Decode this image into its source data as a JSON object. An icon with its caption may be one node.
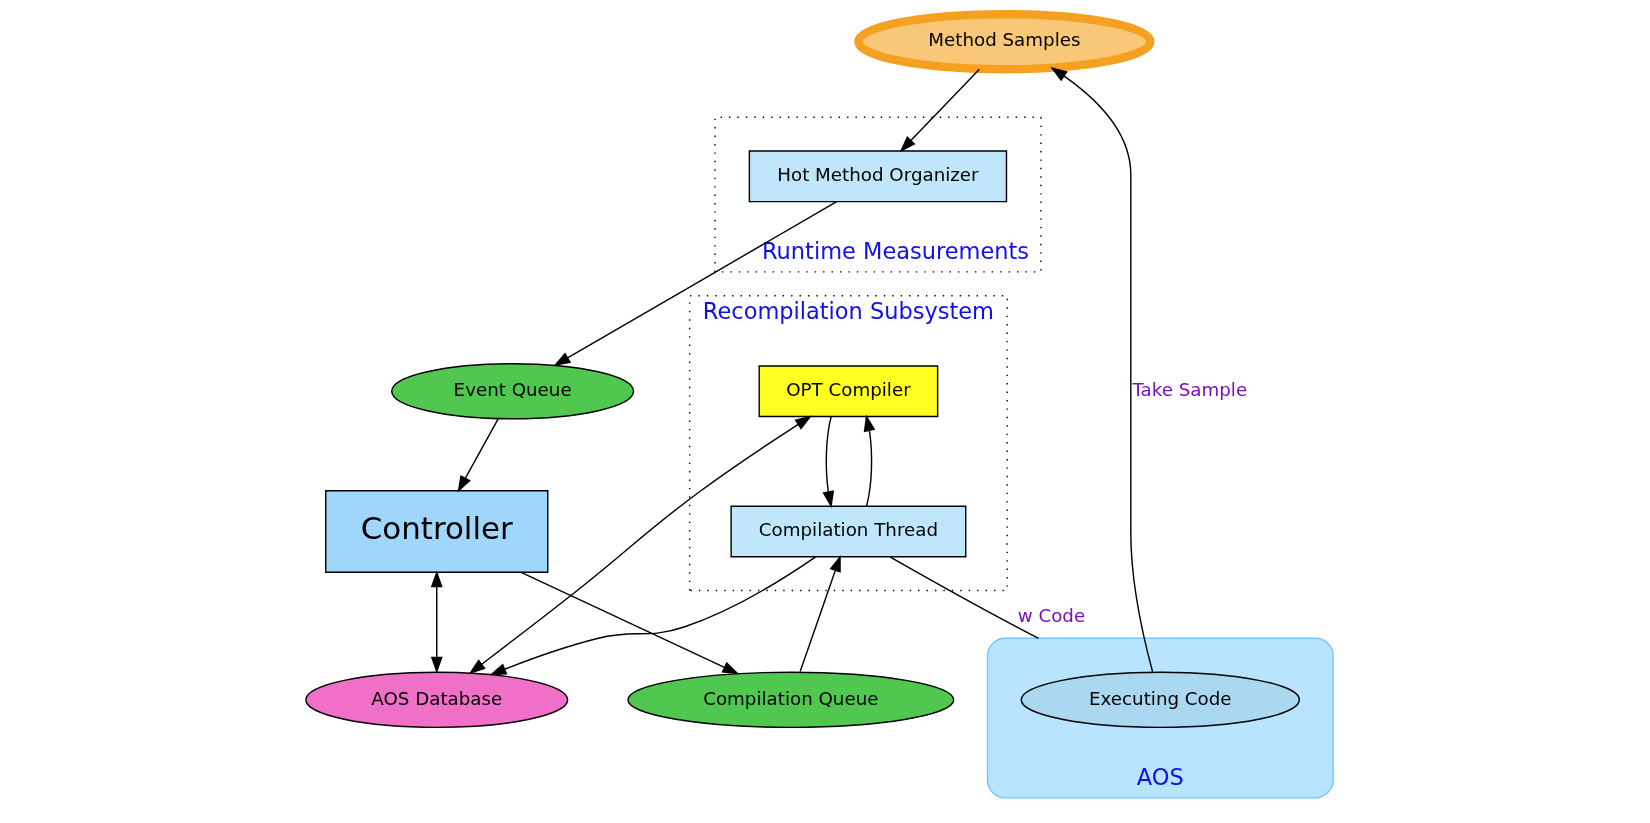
{
  "diagram": {
    "nodes": [
      {
        "text": [
          "AOS"
        ]
      },
      {
        "text": [
          "Executing Code"
        ],
        "in": 0
      },
      {
        "text": [
          "Runtime Measurements"
        ]
      },
      {
        "text": [
          "Method Samples"
        ]
      },
      {
        "text": [
          "Hot Method Organizer"
        ],
        "in": 2
      },
      {
        "text": [
          "Recompilation Subsystem"
        ]
      },
      {
        "text": [
          "OPT Compiler"
        ],
        "in": 5
      },
      {
        "text": [
          "Compilation Thread"
        ],
        "in": 5
      },
      {
        "text": [
          "AOS Database"
        ]
      },
      {
        "text": [
          "Event Queue"
        ]
      },
      {
        "text": [
          "Controller"
        ]
      },
      {
        "text": [
          "Compilation Queue"
        ]
      }
    ],
    "edges": [
      {
        "from": 1,
        "to": 3,
        "arrow": "to",
        "label": "Take Sample"
      },
      {
        "from": 3,
        "to": 4,
        "arrow": "to"
      },
      {
        "from": 4,
        "to": 9,
        "arrow": "to"
      },
      {
        "from": 9,
        "to": 10,
        "arrow": "to"
      },
      {
        "from": 10,
        "to": 11,
        "arrow": "to"
      },
      {
        "from": 11,
        "to": 7,
        "arrow": "to"
      },
      {
        "from": 7,
        "to": 6,
        "arrow": "to"
      },
      {
        "from": 6,
        "to": 7,
        "arrow": "to"
      },
      {
        "from": 7,
        "to": 8,
        "arrow": "to"
      },
      {
        "from": 6,
        "to": 8,
        "arrow": "both"
      },
      {
        "from": 10,
        "to": 8,
        "arrow": "both"
      },
      {
        "from": 7,
        "to": 0,
        "arrow": "none",
        "label": "w Code"
      }
    ]
  }
}
